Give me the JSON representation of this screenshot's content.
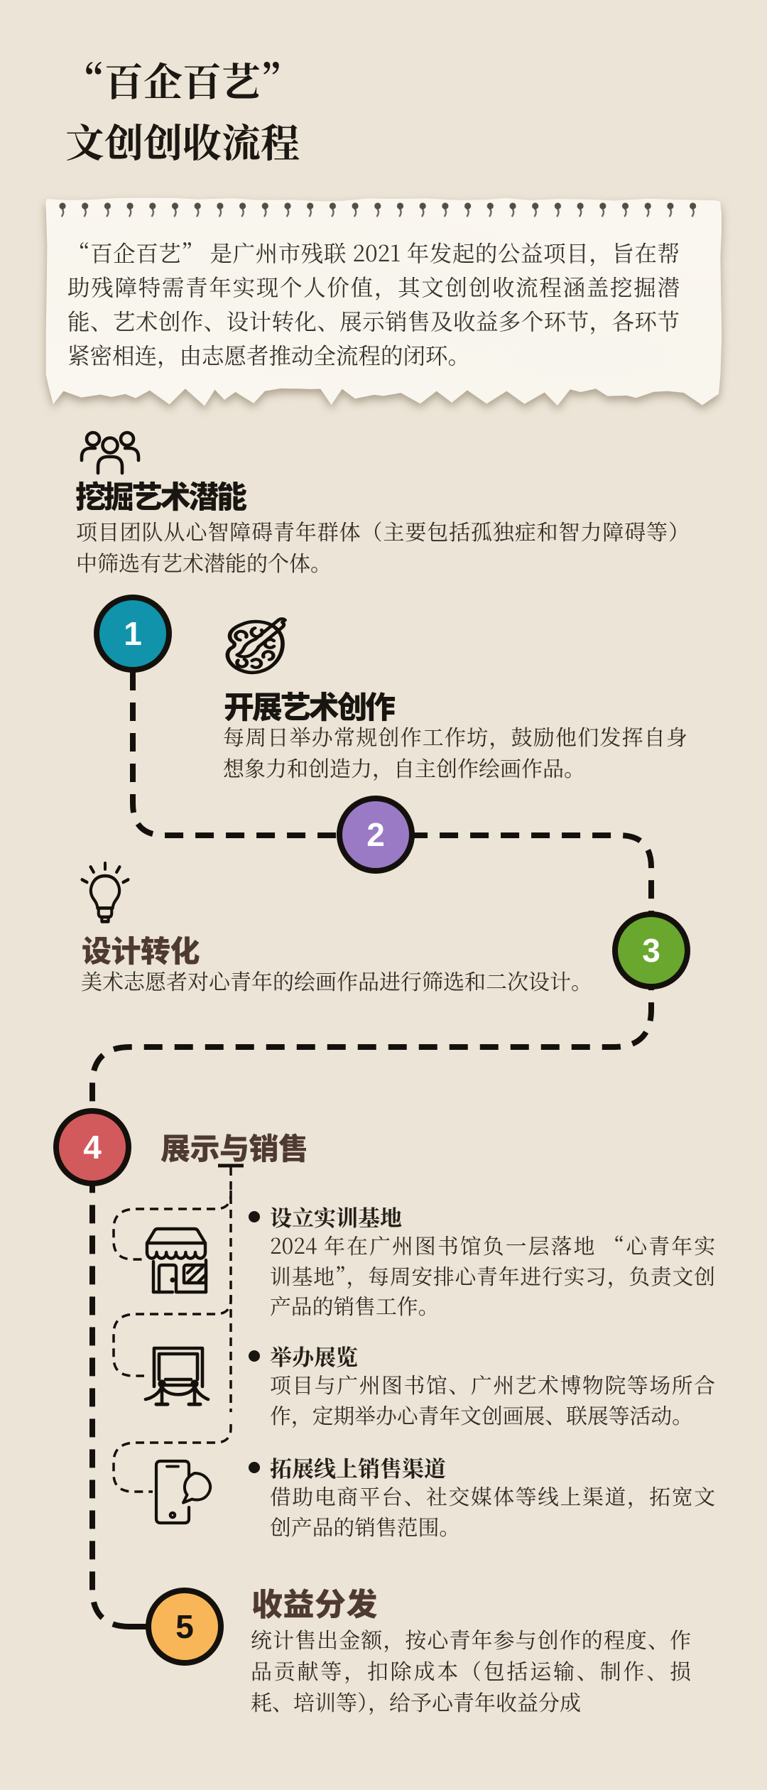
{
  "title": {
    "line1": "“百企百艺”",
    "line2": "文创创收流程"
  },
  "intro": {
    "text": "“百企百艺” 是广州市残联 2021 年发起的公益项目，旨在帮助残障特需青年实现个人价值，其文创创收流程涵盖挖掘潜能、艺术创作、设计转化、展示销售及收益多个环节，各环节紧密相连，由志愿者推动全流程的闭环。",
    "lines": [
      "“百企百艺” 是广州市残联 2021 年发起的公益项目，旨在帮",
      "助残障特需青年实现个人价值，其文创创收流程涵盖挖掘潜",
      "能、艺术创作、设计转化、展示销售及收益多个环节，各环节",
      "紧密相连，由志愿者推动全流程的闭环。"
    ]
  },
  "discover": {
    "icon": "people-group-icon",
    "heading": "挖掘艺术潜能",
    "body": "项目团队从心智障碍青年群体（主要包括孤独症和智力障碍等）中筛选有艺术潜能的个体。",
    "body_lines": [
      "项目团队从心智障碍青年群体（主要包括孤独症和智力障碍等）",
      "中筛选有艺术潜能的个体。"
    ]
  },
  "step1": {
    "number": "1",
    "circle_color": "#1193ab",
    "icon": "palette-icon",
    "heading": "开展艺术创作",
    "body": "每周日举办常规创作工作坊，鼓励他们发挥自身想象力和创造力，自主创作绘画作品。",
    "body_lines": [
      "每周日举办常规创作工作坊，鼓励他们发挥自身",
      "想象力和创造力，自主创作绘画作品。"
    ]
  },
  "step2": {
    "number": "2",
    "circle_color": "#9b7ac5"
  },
  "step3": {
    "number": "3",
    "circle_color": "#6aa72f",
    "icon": "lightbulb-icon",
    "heading": "设计转化",
    "body": "美术志愿者对心青年的绘画作品进行筛选和二次设计。"
  },
  "step4": {
    "number": "4",
    "circle_color": "#d25a5c",
    "heading": "展示与销售",
    "bullet": "•",
    "items": [
      {
        "icon": "storefront-icon",
        "heading": "设立实训基地",
        "body": "2024 年在广州图书馆负一层落地 “心青年实训基地”，每周安排心青年进行实习，负责文创产品的销售工作。",
        "body_lines": [
          "2024 年在广州图书馆负一层落地 “心青年实",
          "训基地”，每周安排心青年进行实习，负责文创",
          "产品的销售工作。"
        ]
      },
      {
        "icon": "exhibition-icon",
        "heading": "举办展览",
        "body": "项目与广州图书馆、广州艺术博物院等场所合作，定期举办心青年文创画展、联展等活动。",
        "body_lines": [
          "项目与广州图书馆、广州艺术博物院等场所合",
          "作，定期举办心青年文创画展、联展等活动。"
        ]
      },
      {
        "icon": "phone-chat-icon",
        "heading": "拓展线上销售渠道",
        "body": "借助电商平台、社交媒体等线上渠道，拓宽文创产品的销售范围。",
        "body_lines": [
          "借助电商平台、社交媒体等线上渠道，拓宽文",
          "创产品的销售范围。"
        ]
      }
    ]
  },
  "step5": {
    "number": "5",
    "circle_color": "#f8b658",
    "heading": "收益分发",
    "body": "统计售出金额，按心青年参与创作的程度、作品贡献等，扣除成本（包括运输、制作、损耗、培训等），给予心青年收益分成",
    "body_lines": [
      "统计售出金额，按心青年参与创作的程度、作",
      "品贡献等，扣除成本（包括运输、制作、损",
      "耗、培训等），给予心青年收益分成"
    ]
  },
  "colors": {
    "background": "#ece4d6",
    "paper": "#faf7f0",
    "ink": "#14110d",
    "heading_black": "#191511",
    "heading_brown": "#4e3a30",
    "body_text": "#322c24",
    "step1": "#1193ab",
    "step2": "#9b7ac5",
    "step3": "#6aa72f",
    "step4": "#d25a5c",
    "step5": "#f8b658"
  }
}
